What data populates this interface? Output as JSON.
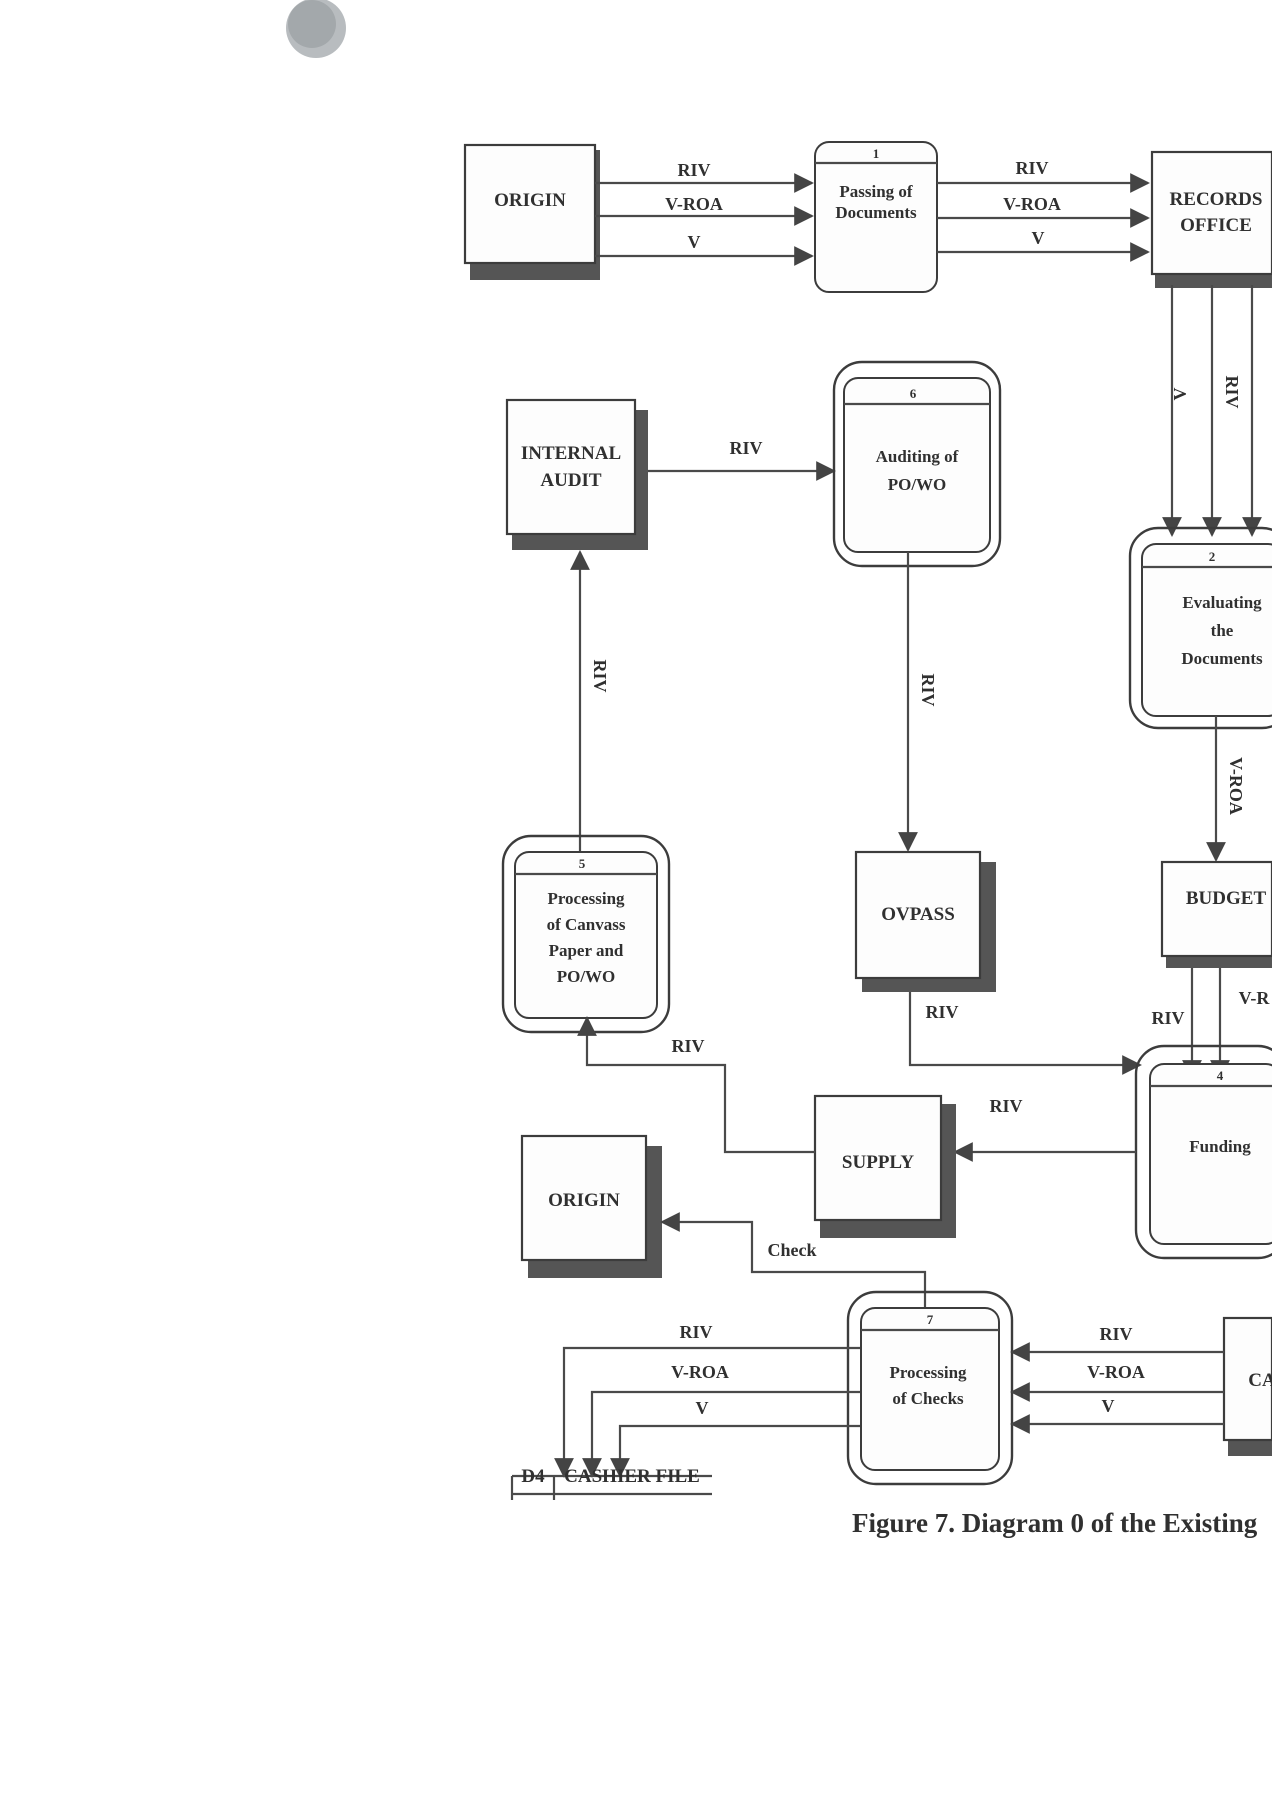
{
  "figure": {
    "caption": "Figure 7. Diagram 0 of the Existing"
  },
  "entities": {
    "origin_top": "ORIGIN",
    "records_office_line1": "RECORDS",
    "records_office_line2": "OFFICE",
    "internal_audit_line1": "INTERNAL",
    "internal_audit_line2": "AUDIT",
    "ovpass": "OVPASS",
    "budget": "BUDGET",
    "supply": "SUPPLY",
    "origin_bottom": "ORIGIN",
    "cashier_partial": "CA"
  },
  "processes": {
    "passing": {
      "number": "1",
      "line1": "Passing of",
      "line2": "Documents"
    },
    "evaluating": {
      "number": "2",
      "line1": "Evaluating",
      "line2": "the",
      "line3": "Documents"
    },
    "auditing": {
      "number": "6",
      "line1": "Auditing of",
      "line2": "PO/WO"
    },
    "canvass": {
      "number": "5",
      "line1": "Processing",
      "line2": "of Canvass",
      "line3": "Paper and",
      "line4": "PO/WO"
    },
    "funding": {
      "number": "4",
      "line1": "Funding"
    },
    "checks": {
      "number": "7",
      "line1": "Processing",
      "line2": "of Checks"
    }
  },
  "datastore": {
    "id": "D4",
    "name": "CASHIER FILE"
  },
  "flows": {
    "riv": "RIV",
    "vroa": "V-ROA",
    "v": "V",
    "check": "Check",
    "vr_partial": "V-R"
  }
}
